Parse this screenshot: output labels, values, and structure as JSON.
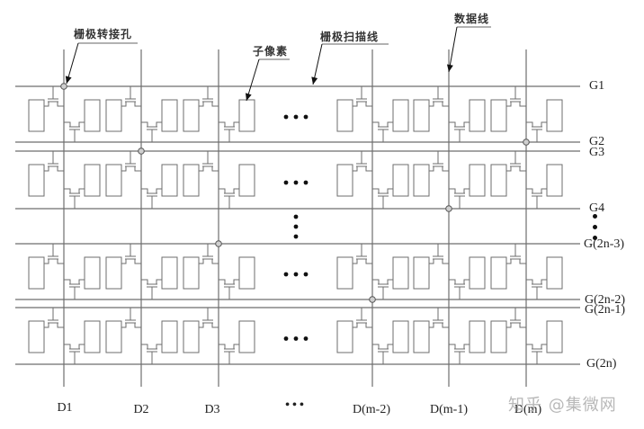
{
  "callouts": {
    "gate_via": "栅极转接孔",
    "sub_pixel": "子像素",
    "gate_scan_line": "栅极扫描线",
    "data_line": "数据线"
  },
  "gate_lines": [
    {
      "label": "G1"
    },
    {
      "label": "G2"
    },
    {
      "label": "G3"
    },
    {
      "label": "G4"
    },
    {
      "label": "G(2n-3)"
    },
    {
      "label": "G(2n-2)"
    },
    {
      "label": "G(2n-1)"
    },
    {
      "label": "G(2n)"
    }
  ],
  "data_lines": [
    {
      "label": "D1"
    },
    {
      "label": "D2"
    },
    {
      "label": "D3"
    },
    {
      "label": "•••"
    },
    {
      "label": "D(m-2)"
    },
    {
      "label": "D(m-1)"
    },
    {
      "label": "D(m)"
    }
  ],
  "via_connections": [
    {
      "data": "D1",
      "gate": "G1"
    },
    {
      "data": "D2",
      "gate": "G3"
    },
    {
      "data": "D3",
      "gate": "G(2n-3)"
    },
    {
      "data": "D(m-2)",
      "gate": "G(2n-2)"
    },
    {
      "data": "D(m-1)",
      "gate": "G4"
    },
    {
      "data": "D(m)",
      "gate": "G2"
    }
  ],
  "ellipsis": "•••",
  "watermark": "知乎 @集微网",
  "colors": {
    "line": "#6e6e6e",
    "via": "#555555",
    "text": "#222222"
  }
}
